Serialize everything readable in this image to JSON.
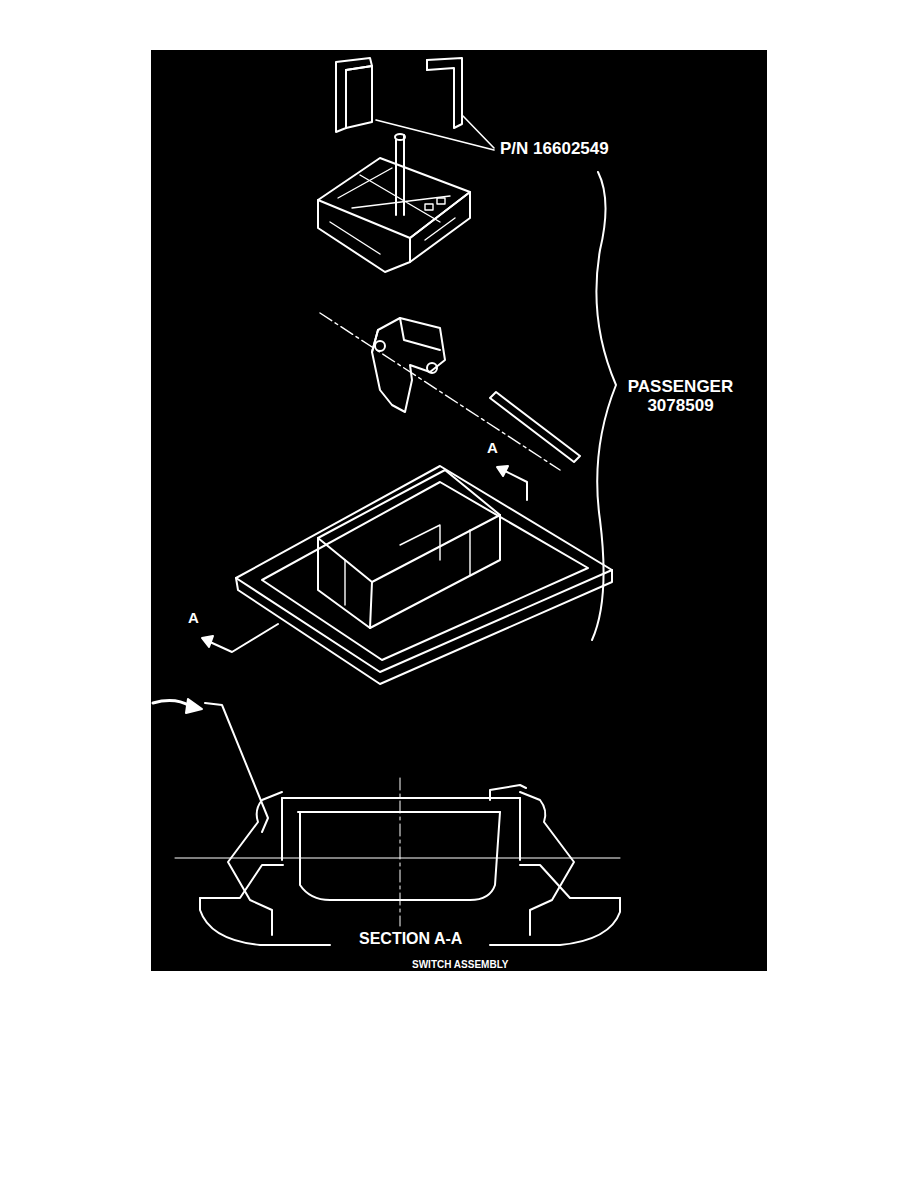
{
  "diagram": {
    "caption": "SWITCH ASSEMBLY",
    "labels": [
      "P/N 16602549",
      "PASSENGER 3078509",
      "A",
      "A",
      "SECTION A-A"
    ]
  }
}
